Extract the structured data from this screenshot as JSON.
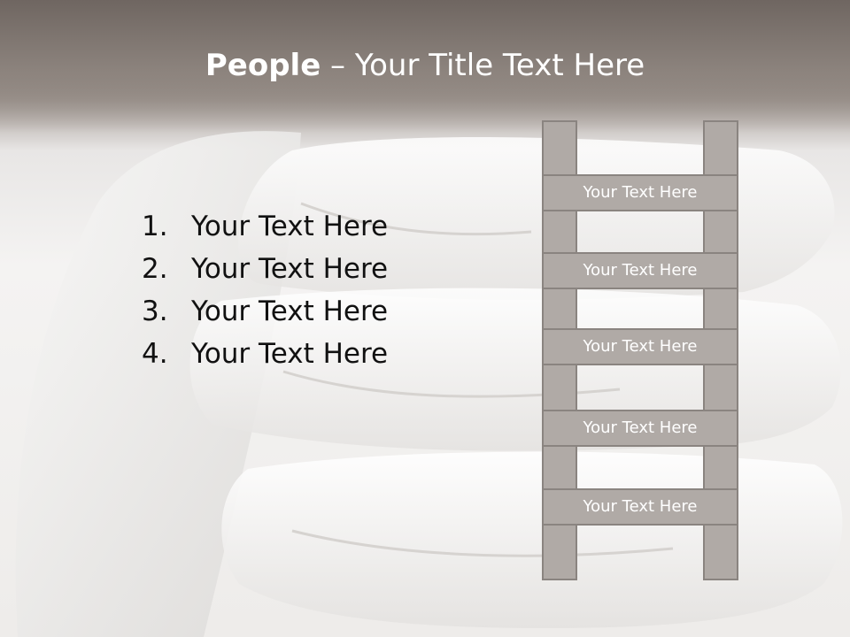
{
  "title": {
    "bold": "People",
    "rest": " – Your Title Text Here"
  },
  "list": [
    {
      "number": "1.",
      "text": "Your Text Here"
    },
    {
      "number": "2.",
      "text": "Your Text Here"
    },
    {
      "number": "3.",
      "text": "Your Text Here"
    },
    {
      "number": "4.",
      "text": "Your Text Here"
    }
  ],
  "ladder": {
    "rungs": [
      "Your Text Here",
      "Your Text Here",
      "Your Text Here",
      "Your Text Here",
      "Your Text Here"
    ]
  },
  "colors": {
    "title_bar": "#7a716b",
    "ladder_fill": "#b0aaa6",
    "ladder_border": "#8a8480",
    "text": "#111111"
  }
}
